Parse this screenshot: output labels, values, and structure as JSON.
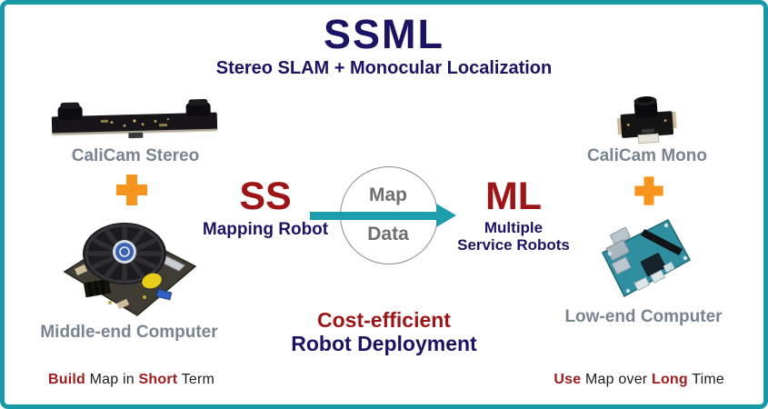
{
  "header": {
    "title": "SSML",
    "subtitle": "Stereo SLAM + Monocular Localization"
  },
  "left_column": {
    "camera_label": "CaliCam Stereo",
    "computer_label": "Middle-end Computer",
    "bottom_note": [
      {
        "text": "Build",
        "emphasis": true
      },
      {
        "text": " Map in ",
        "emphasis": false
      },
      {
        "text": "Short",
        "emphasis": true
      },
      {
        "text": " Term",
        "emphasis": false
      }
    ]
  },
  "right_column": {
    "camera_label": "CaliCam Mono",
    "computer_label": "Low-end Computer",
    "bottom_note": [
      {
        "text": "Use",
        "emphasis": true
      },
      {
        "text": " Map over ",
        "emphasis": false
      },
      {
        "text": "Long",
        "emphasis": true
      },
      {
        "text": " Time",
        "emphasis": false
      }
    ]
  },
  "center": {
    "ss_acronym": "SS",
    "ss_caption": "Mapping Robot",
    "ml_acronym": "ML",
    "ml_caption_line1": "Multiple",
    "ml_caption_line2": "Service Robots",
    "circle_top_label": "Map",
    "circle_bottom_label": "Data",
    "benefit_line1": "Cost-efficient",
    "benefit_line2": "Robot Deployment"
  },
  "colors": {
    "accent_teal": "#1899A8",
    "navy": "#1B1464",
    "dark_red": "#9E1518",
    "orange_plus": "#F7941E",
    "gray_label": "#7A8490",
    "gray_circle_text": "#6E6E6E"
  }
}
